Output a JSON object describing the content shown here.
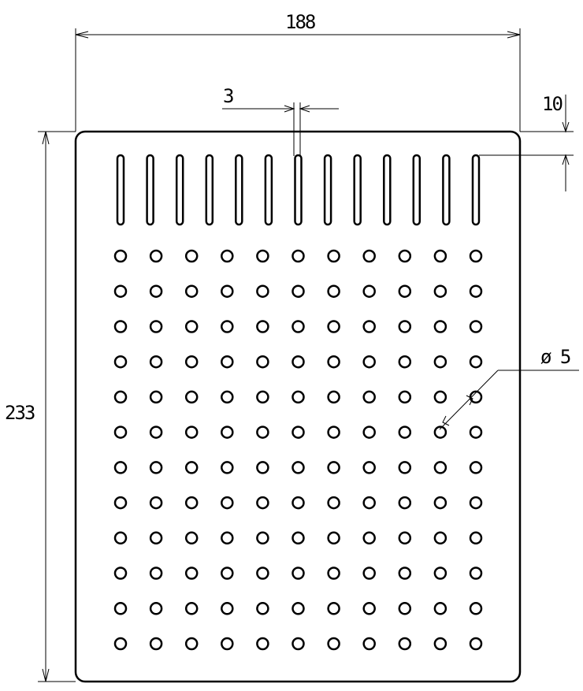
{
  "dimensions": {
    "width": "188",
    "height": "233",
    "slot_width": "3",
    "margin": "10",
    "hole_diameter": "ø 5"
  },
  "pattern": {
    "slot_count": 13,
    "hole_columns": 11,
    "hole_rows": 12
  }
}
